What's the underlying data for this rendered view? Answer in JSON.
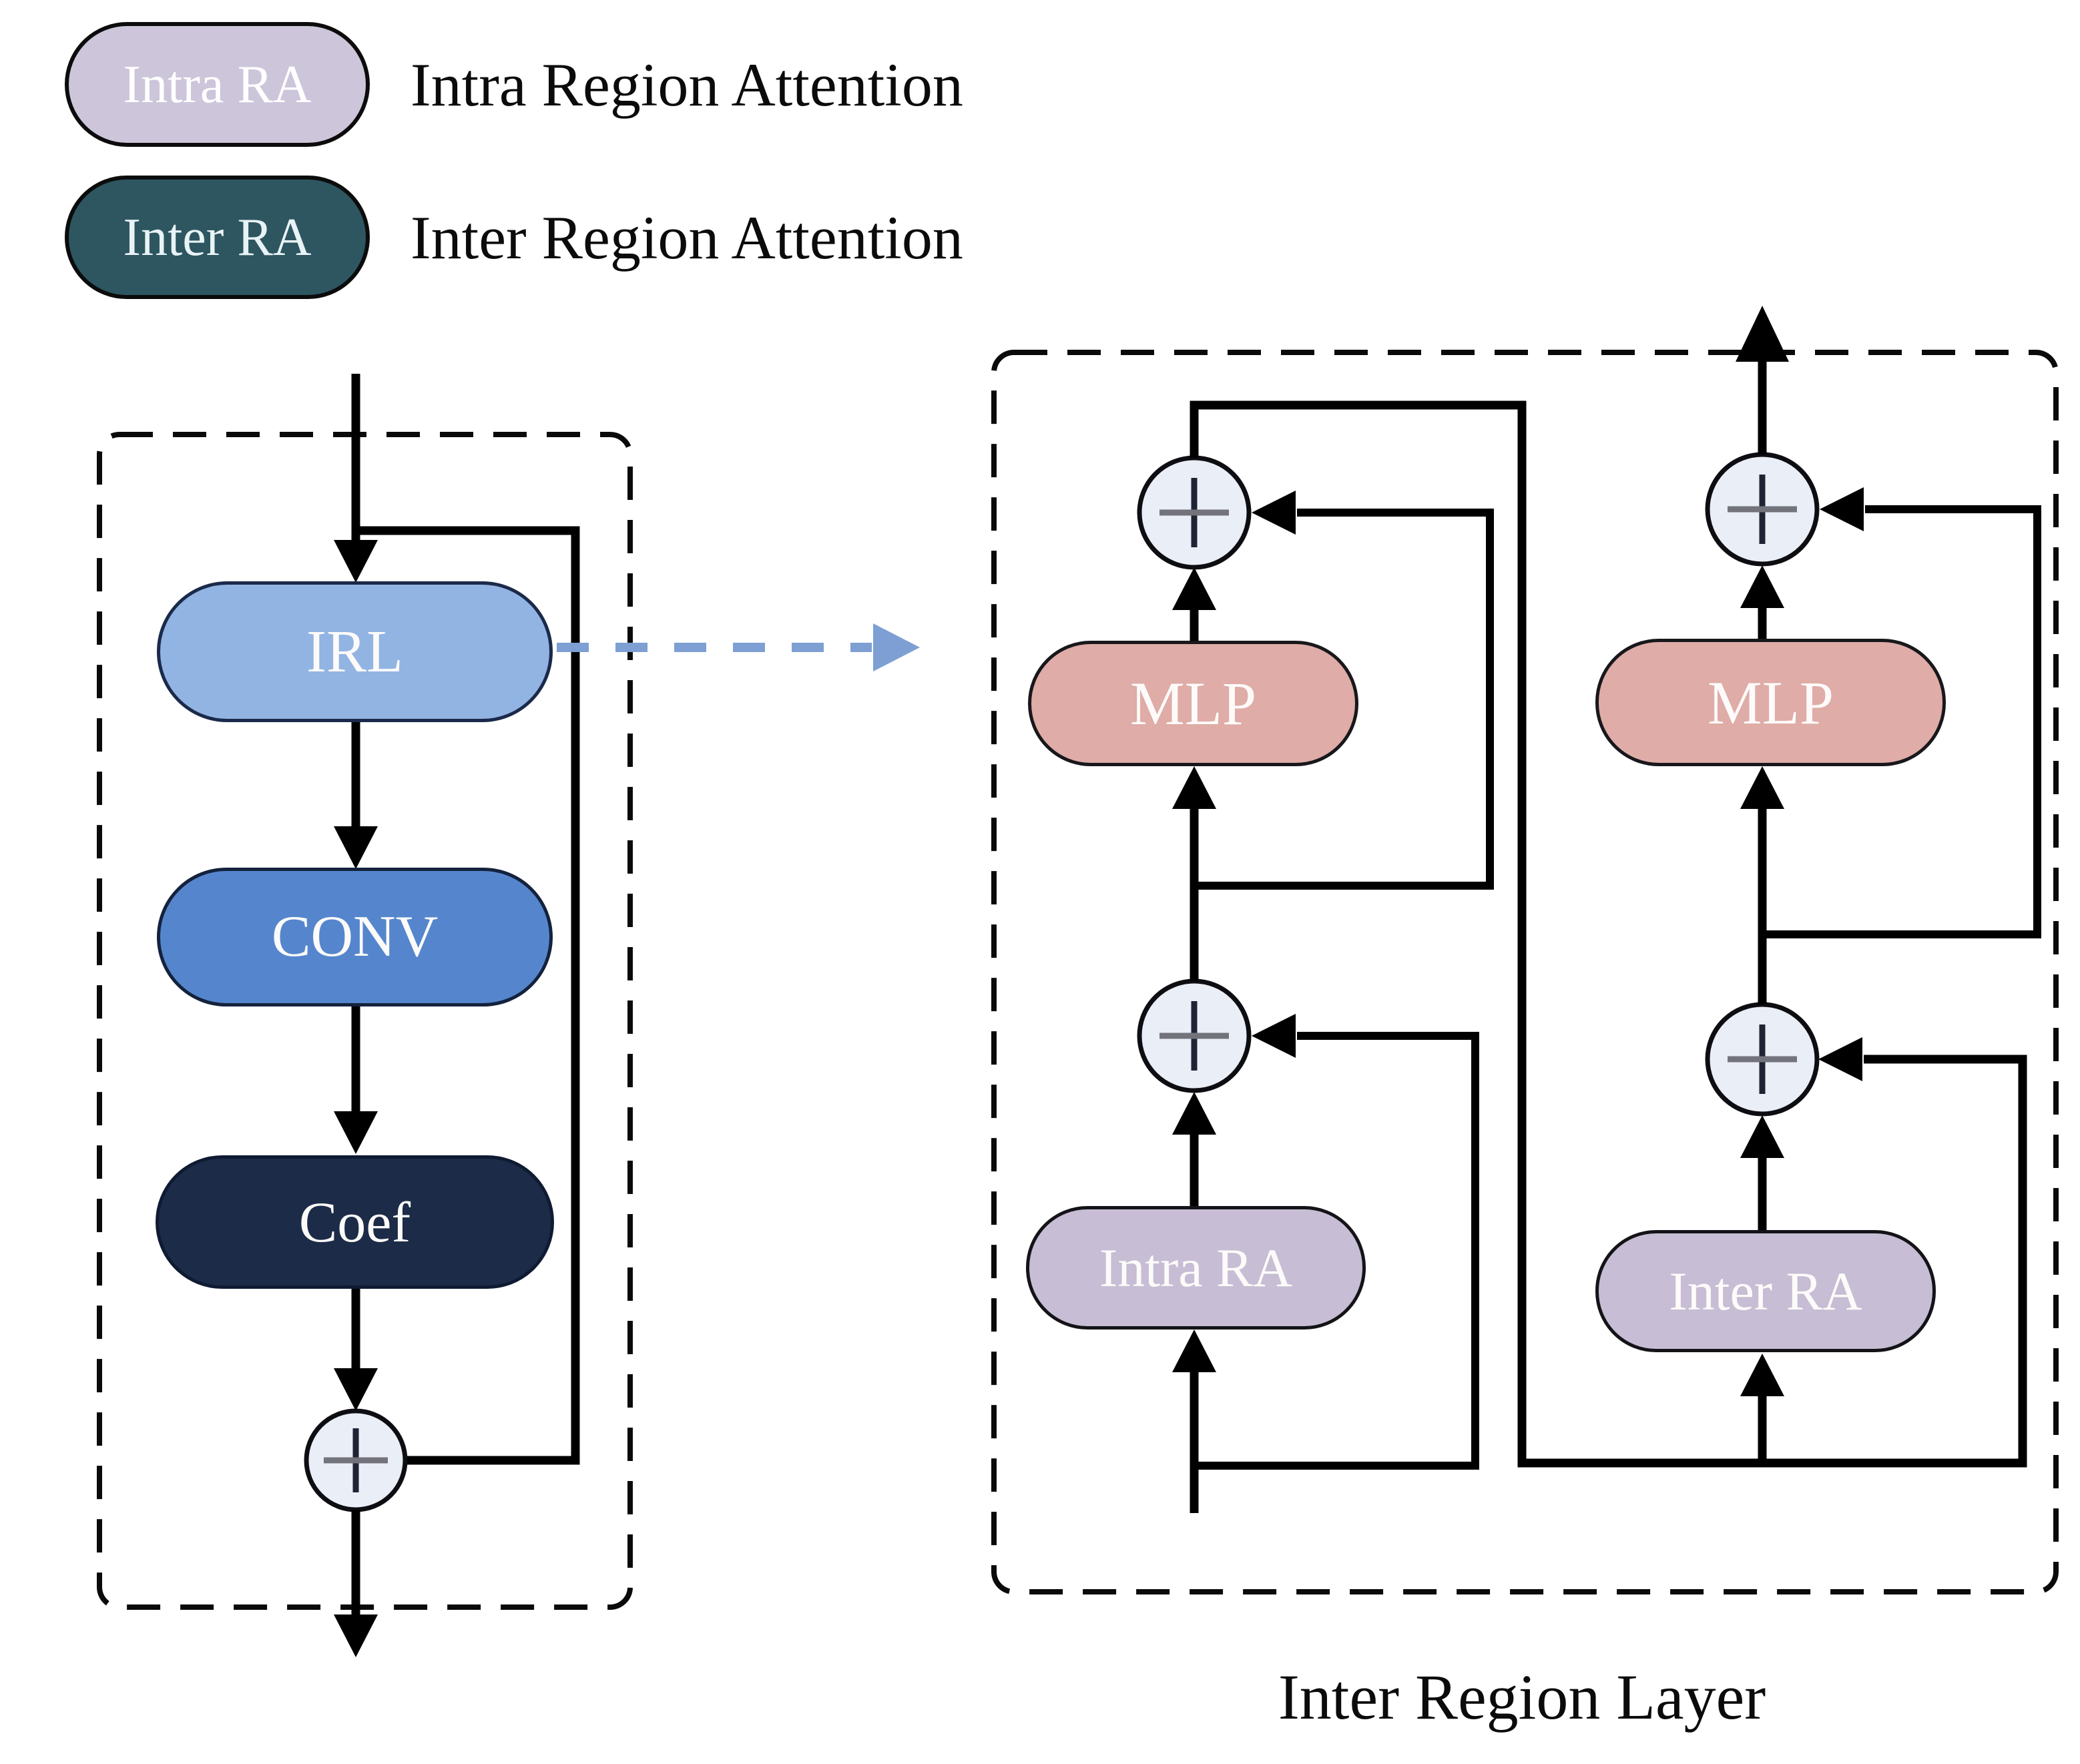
{
  "legend": {
    "items": [
      {
        "badge": "Intra RA",
        "label": "Intra Region Attention"
      },
      {
        "badge": "Inter RA",
        "label": "Inter Region Attention"
      }
    ]
  },
  "irl_block": {
    "irl": "IRL",
    "conv": "CONV",
    "coef": "Coef"
  },
  "inter_region_layer": {
    "caption": "Inter Region Layer",
    "intra_attention": "Intra RA",
    "inter_attention": "Inter RA",
    "mlp_left": "MLP",
    "mlp_right": "MLP"
  },
  "icons": {
    "add_node": "plus-in-circle",
    "expand_arrow": "dashed-blue-arrow"
  },
  "colors": {
    "intra_ra_pill": "#cdc5da",
    "intra_ra_pill_text": "#ffffff",
    "inter_ra_pill": "#2d5660",
    "inter_ra_pill_text": "#e9f3f5",
    "irl": "#92b4e3",
    "conv": "#5586cd",
    "coef": "#1c2b47",
    "mlp": "#dfaca7",
    "ra_box": "#c7bdd4",
    "node_text": "#fdfbfa",
    "plus_fill": "#e9eef7",
    "line": "#000000",
    "dashed_border": "#0a0a0a",
    "blue_arrow": "#7d9fd3"
  }
}
